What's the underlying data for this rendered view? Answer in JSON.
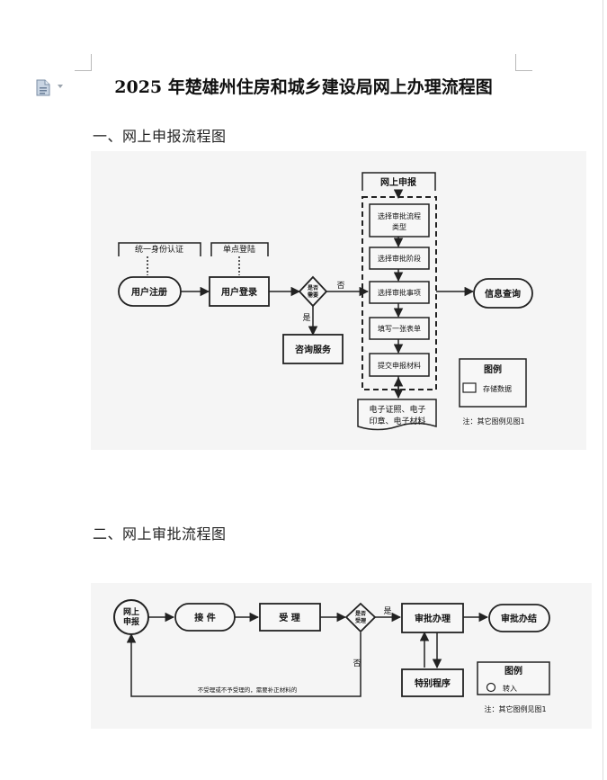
{
  "document": {
    "title": "2025 年楚雄州住房和城乡建设局网上办理流程图",
    "section1_heading": "一、网上申报流程图",
    "section2_heading": "二、网上审批流程图"
  },
  "toolbar": {
    "doc_icon": "document-icon"
  },
  "flow1": {
    "auth_label": "统一身份认证",
    "sso_label": "单点登陆",
    "register": "用户注册",
    "login": "用户登录",
    "decision_l1": "是否",
    "decision_l2": "需要",
    "no": "否",
    "yes": "是",
    "consult": "咨询服务",
    "online_header": "网上申报",
    "step1_l1": "选择审批流程",
    "step1_l2": "类型",
    "step2": "选择审批阶段",
    "step3": "选择审批事项",
    "step4": "填写一张表单",
    "step5": "提交申报材料",
    "info_query": "信息查询",
    "docs_l1": "电子证照、电子",
    "docs_l2": "印章、电子材料",
    "legend_title": "图例",
    "legend_item": "存储数据",
    "note": "注：其它图例见图1"
  },
  "flow2": {
    "online_l1": "网上",
    "online_l2": "申报",
    "receive": "接 件",
    "accept": "受 理",
    "decision_l1": "是否",
    "decision_l2": "受理",
    "yes": "是",
    "no": "否",
    "approve": "审批办理",
    "done": "审批办结",
    "special": "特别程序",
    "return_text": "不受理或不予受理的，需要补正材料的",
    "legend_title": "图例",
    "legend_item": "转入",
    "note": "注：其它图例见图1"
  },
  "colors": {
    "ink": "#222222",
    "figure_bg": "#f5f5f5",
    "page_bg": "#ffffff"
  }
}
